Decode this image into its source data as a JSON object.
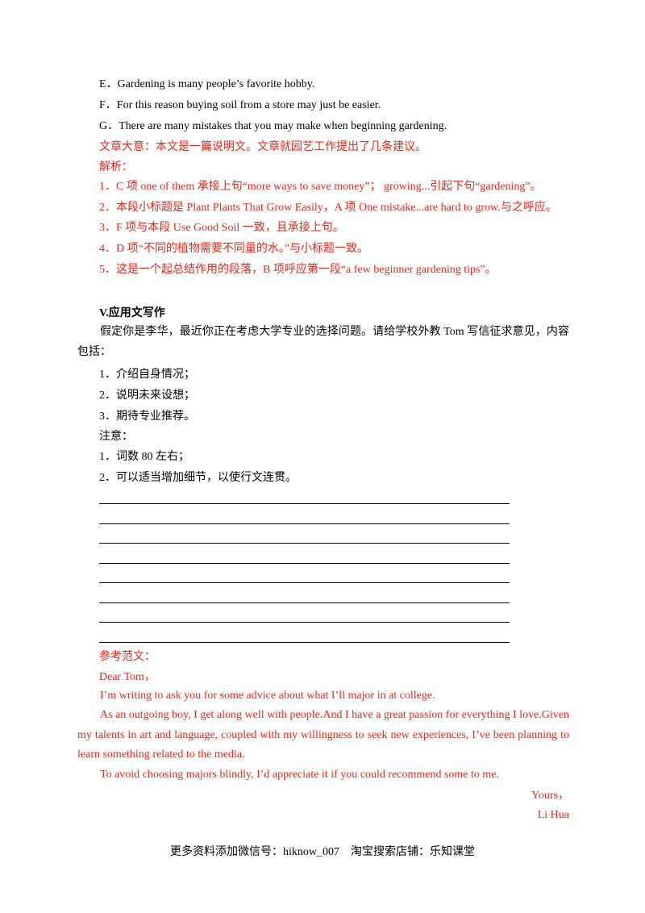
{
  "options": [
    "E．Gardening is many people’s favorite hobby.",
    "F．For this reason buying soil from a store may just be easier.",
    "G．There are many mistakes that you may make when beginning gardening."
  ],
  "summary": "文章大意：本文是一篇说明文。文章就园艺工作提出了几条建议。",
  "analysis_label": "解析：",
  "analysis": [
    "1．C 项 one of them 承接上句“more ways to save money”； growing...引起下句“gardening”。",
    "2．本段小标题是 Plant Plants That Grow Easily，A 项 One mistake...are hard to grow.与之呼应。",
    "3．F 项与本段 Use Good Soil 一致，且承接上句。",
    "4．D 项“不同的植物需要不同量的水。”与小标题一致。",
    "5．这是一个起总结作用的段落，B 项呼应第一段“a few beginner gardening tips”。"
  ],
  "section_title": "V.应用文写作",
  "prompt": "假定你是李华，最近你正在考虑大学专业的选择问题。请给学校外教 Tom 写信征求意见，内容包括：",
  "requirements": [
    "1．介绍自身情况；",
    "2．说明未来设想；",
    "3．期待专业推荐。"
  ],
  "notes_label": "注意：",
  "notes": [
    "1．词数 80 左右；",
    "2．可以适当增加细节，以使行文连贯。"
  ],
  "writing_line_count": 8,
  "sample_label": "参考范文：",
  "salutation": "Dear Tom，",
  "body": [
    "I’m writing to ask you for some advice about what I’ll major in at college.",
    "As an outgoing boy, I get along well with people.And I have a great passion for everything I love.Given my talents in art and language, coupled with my willingness to seek new experiences, I’ve been planning to learn something related to the media.",
    "To avoid choosing majors blindly, I’d appreciate it if you could recommend some to me."
  ],
  "closing": "Yours，",
  "signature": "Li Hua",
  "footer": "更多资料添加微信号：hiknow_007　淘宝搜索店铺：乐知课堂"
}
